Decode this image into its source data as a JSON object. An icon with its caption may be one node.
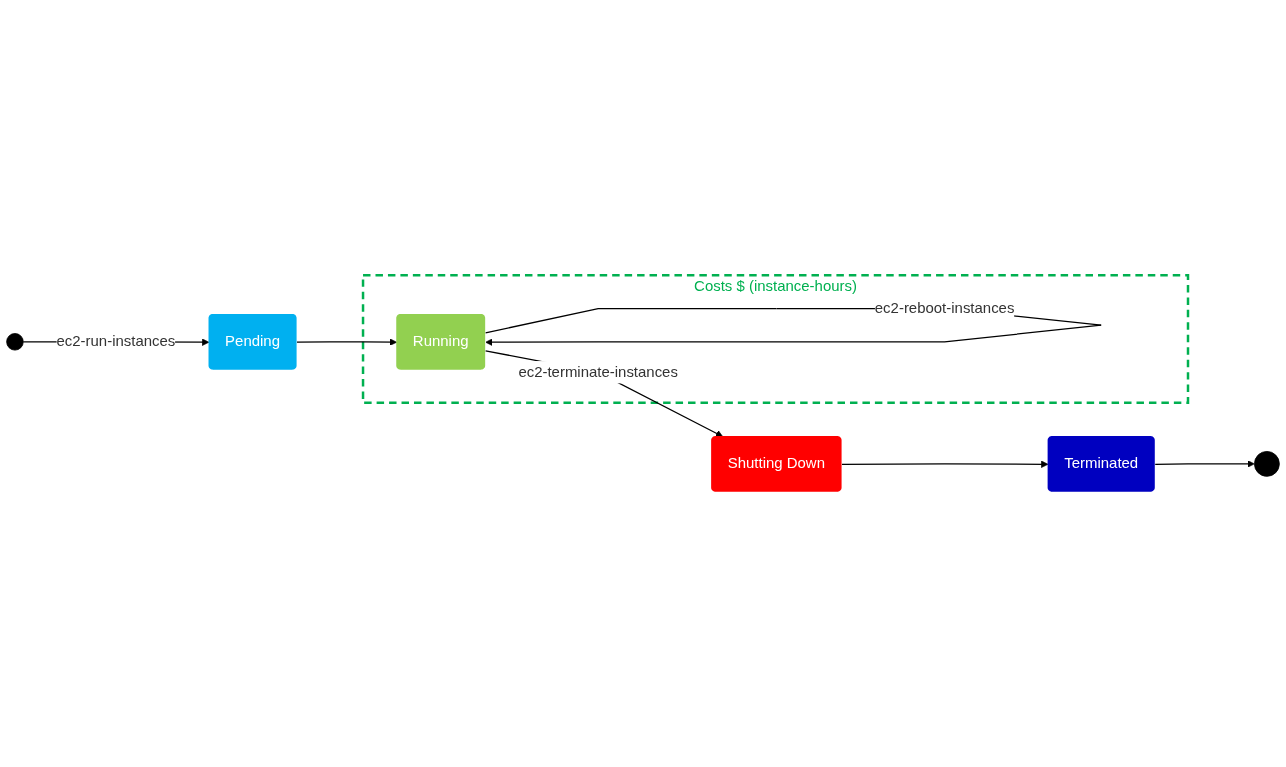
{
  "diagram": {
    "nodes": [
      {
        "text": [],
        "shape": "circle"
      },
      {
        "text": [
          "Pending"
        ]
      },
      {
        "text": [
          "Costs $ (instance-hours)"
        ]
      },
      {
        "text": [
          "Running"
        ],
        "in": 2
      },
      {
        "text": [
          "Shutting Down"
        ]
      },
      {
        "text": [
          "Terminated"
        ]
      },
      {
        "text": [],
        "shape": "circle"
      }
    ],
    "edges": [
      {
        "from": 0,
        "to": 1,
        "arrow": "to",
        "label": "ec2-run-instances"
      },
      {
        "from": 1,
        "to": 3,
        "arrow": "to"
      },
      {
        "from": 3,
        "to": 3,
        "arrow": "to",
        "label": "ec2-reboot-instances"
      },
      {
        "from": 3,
        "to": 4,
        "arrow": "to",
        "label": "ec2-terminate-instances"
      },
      {
        "from": 4,
        "to": 5,
        "arrow": "to"
      },
      {
        "from": 5,
        "to": 6,
        "arrow": "to"
      }
    ]
  }
}
